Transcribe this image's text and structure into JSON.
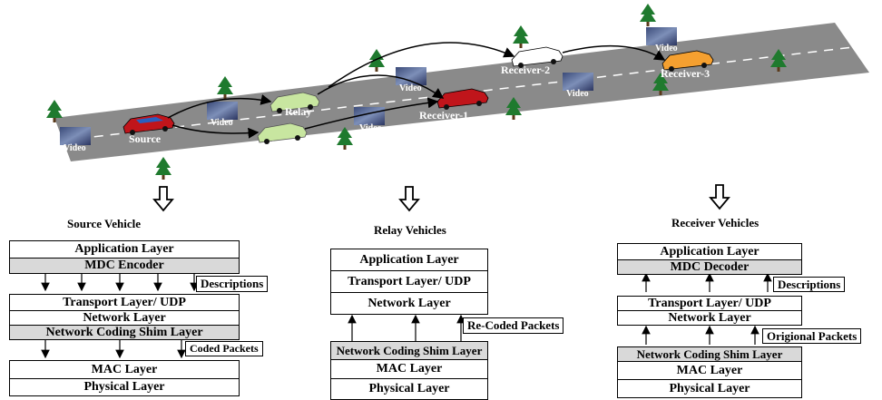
{
  "scene": {
    "source_label": "Source",
    "relay_label": "Relay",
    "receiver_1_label": "Receiver-1",
    "receiver_2_label": "Receiver-2",
    "receiver_3_label": "Receiver-3",
    "video_label": "Video"
  },
  "source_stack": {
    "title": "Source Vehicle",
    "layers": [
      "Application Layer",
      "MDC Encoder",
      "Transport Layer/ UDP",
      "Network Layer",
      "Network Coding Shim Layer",
      "MAC Layer",
      "Physical Layer"
    ],
    "tag_descriptions": "Descriptions",
    "tag_coded": "Coded Packets"
  },
  "relay_stack": {
    "title": "Relay Vehicles",
    "layers": [
      "Application Layer",
      "Transport Layer/ UDP",
      "Network Layer",
      "Network Coding Shim Layer",
      "MAC Layer",
      "Physical Layer"
    ],
    "tag_recoded": "Re-Coded Packets"
  },
  "receiver_stack": {
    "title": "Receiver Vehicles",
    "layers": [
      "Application Layer",
      "MDC Decoder",
      "Transport Layer/ UDP",
      "Network Layer",
      "Network Coding Shim Layer",
      "MAC Layer",
      "Physical Layer"
    ],
    "tag_descriptions": "Descriptions",
    "tag_original": "Origional Packets"
  },
  "colors": {
    "road": "#8a8a8a",
    "shaded_layer": "#d9d9d9",
    "tree": "#1f7a2e",
    "car_source": "#c0151b",
    "car_relay": "#c8e6a0",
    "car_receiver_1": "#c0151b",
    "car_receiver_2": "#ffffff",
    "car_receiver_3": "#f5a030"
  }
}
